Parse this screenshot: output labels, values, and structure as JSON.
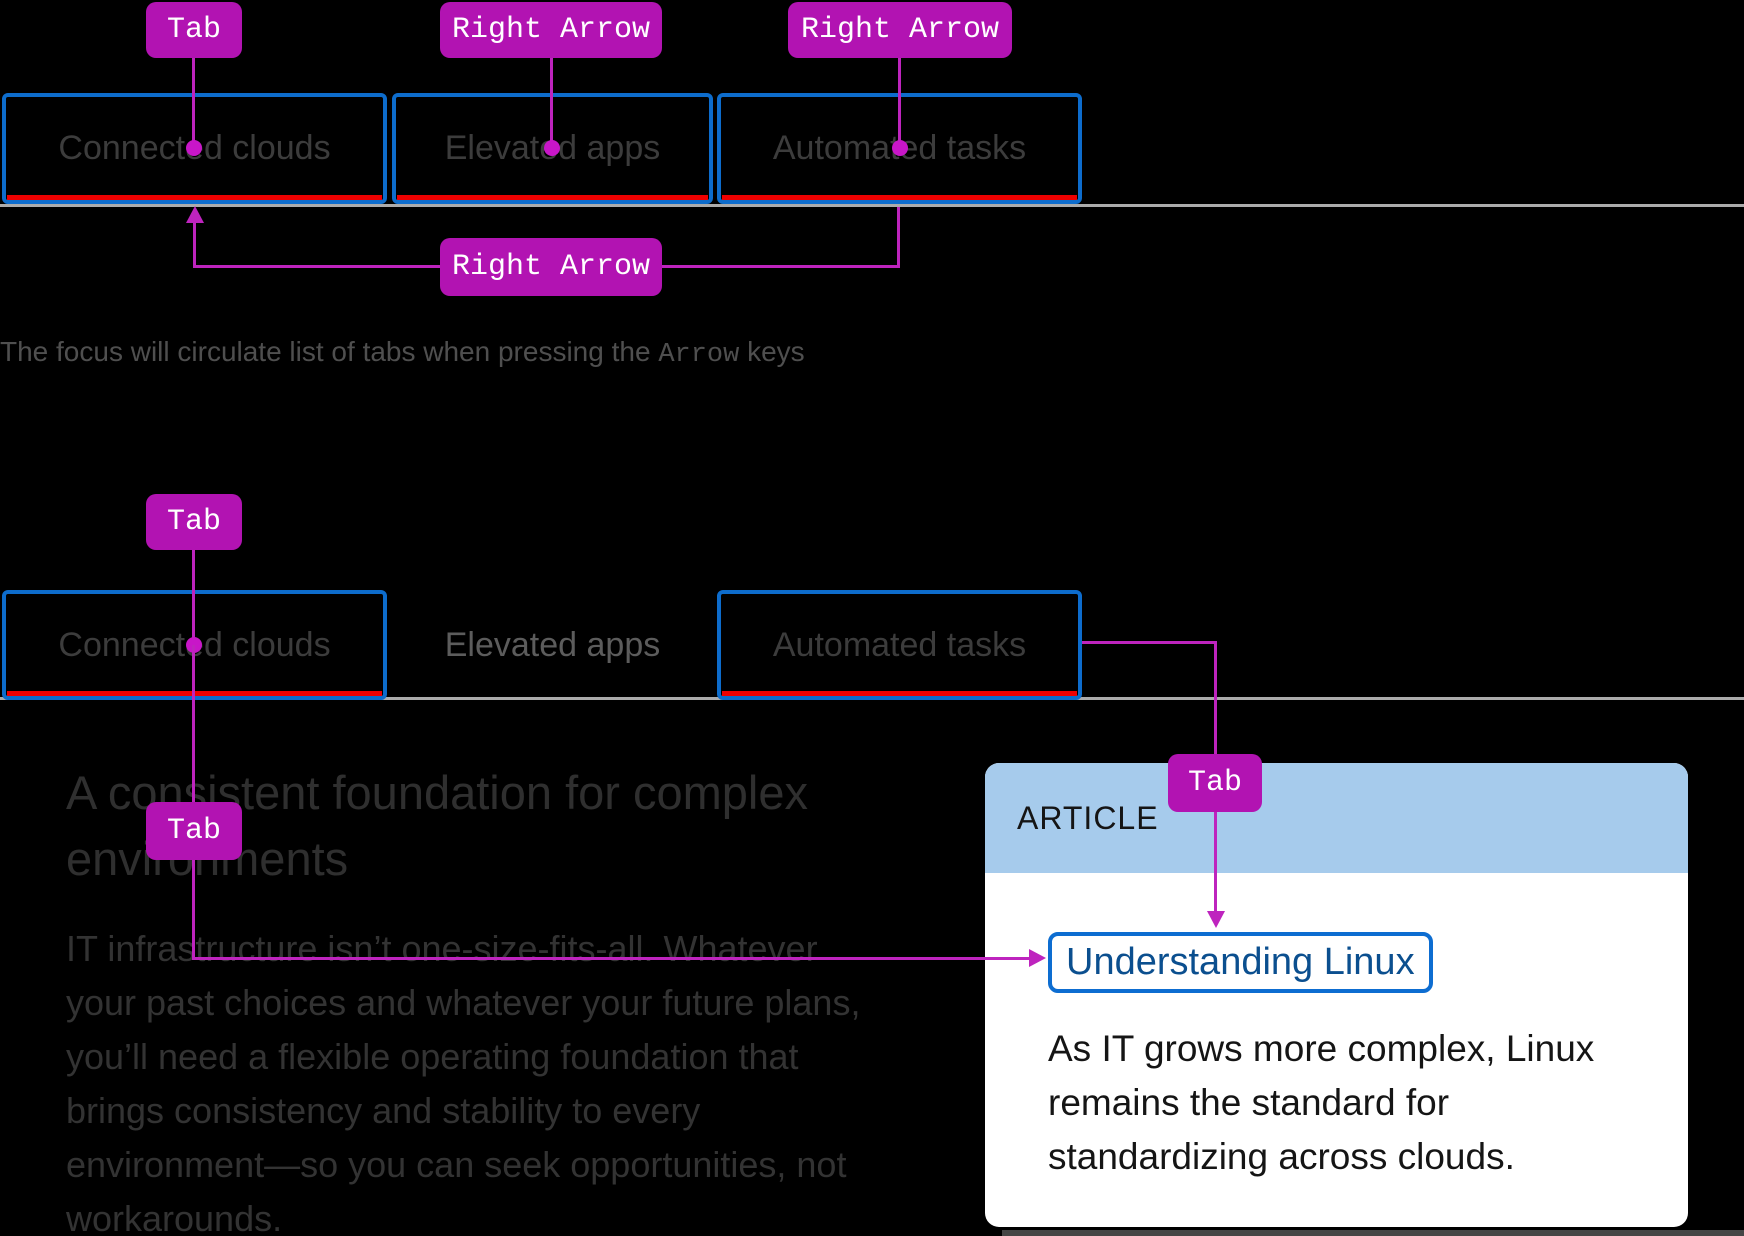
{
  "colors": {
    "background": "#000000",
    "focus_border_blue": "#0D6CCC",
    "tab_underline_red": "#EE0000",
    "annotation_magenta_badge": "#B213B2",
    "annotation_magenta_line": "#BE24BE",
    "baseline_gray": "#ABABAB",
    "card_header_blue": "#A6CBEC",
    "link_blue": "#0B4F8F",
    "link_focus_ring": "#0D6DD1"
  },
  "section1": {
    "key_badges": [
      {
        "label": "Tab"
      },
      {
        "label": "Right Arrow"
      },
      {
        "label": "Right Arrow"
      }
    ],
    "tabs": [
      {
        "label": "Connected clouds"
      },
      {
        "label": "Elevated apps"
      },
      {
        "label": "Automated tasks"
      }
    ],
    "loop_badge": {
      "label": "Right Arrow"
    },
    "caption": {
      "before": "The focus will circulate list of tabs when pressing the ",
      "code": "Arrow",
      "after": " keys"
    }
  },
  "section2": {
    "key_badge_first_tab": {
      "label": "Tab"
    },
    "key_badge_content": {
      "label": "Tab"
    },
    "key_badge_card": {
      "label": "Tab"
    },
    "tabs": [
      {
        "label": "Connected clouds"
      },
      {
        "label": "Elevated apps"
      },
      {
        "label": "Automated tasks"
      }
    ],
    "heading": "A consistent foundation for complex\nenvironments",
    "paragraph": "IT infrastructure isn’t one-size-fits-all. Whatever\nyour past choices and whatever your future plans,\nyou’ll need a flexible operating foundation that\nbrings consistency and stability to every\nenvironment—so you can seek opportunities, not\nworkarounds.",
    "card": {
      "eyebrow": "ARTICLE",
      "link_label": "Understanding Linux",
      "description": "As IT grows more complex, Linux\nremains the standard for\nstandardizing across clouds."
    }
  }
}
